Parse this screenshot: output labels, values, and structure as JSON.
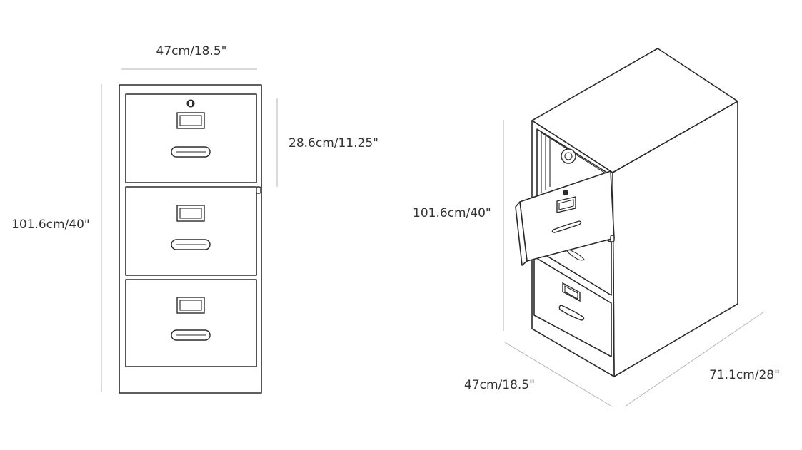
{
  "colors": {
    "line": "#2a2a2a",
    "dimension": "#b4b4b4",
    "text": "#333333",
    "background": "#ffffff"
  },
  "front_view": {
    "width_label": "47cm/18.5\"",
    "drawer_height_label": "28.6cm/11.25\"",
    "height_label": "101.6cm/40\""
  },
  "iso_view": {
    "height_label": "101.6cm/40\"",
    "width_label": "47cm/18.5\"",
    "depth_label": "71.1cm/28\""
  }
}
